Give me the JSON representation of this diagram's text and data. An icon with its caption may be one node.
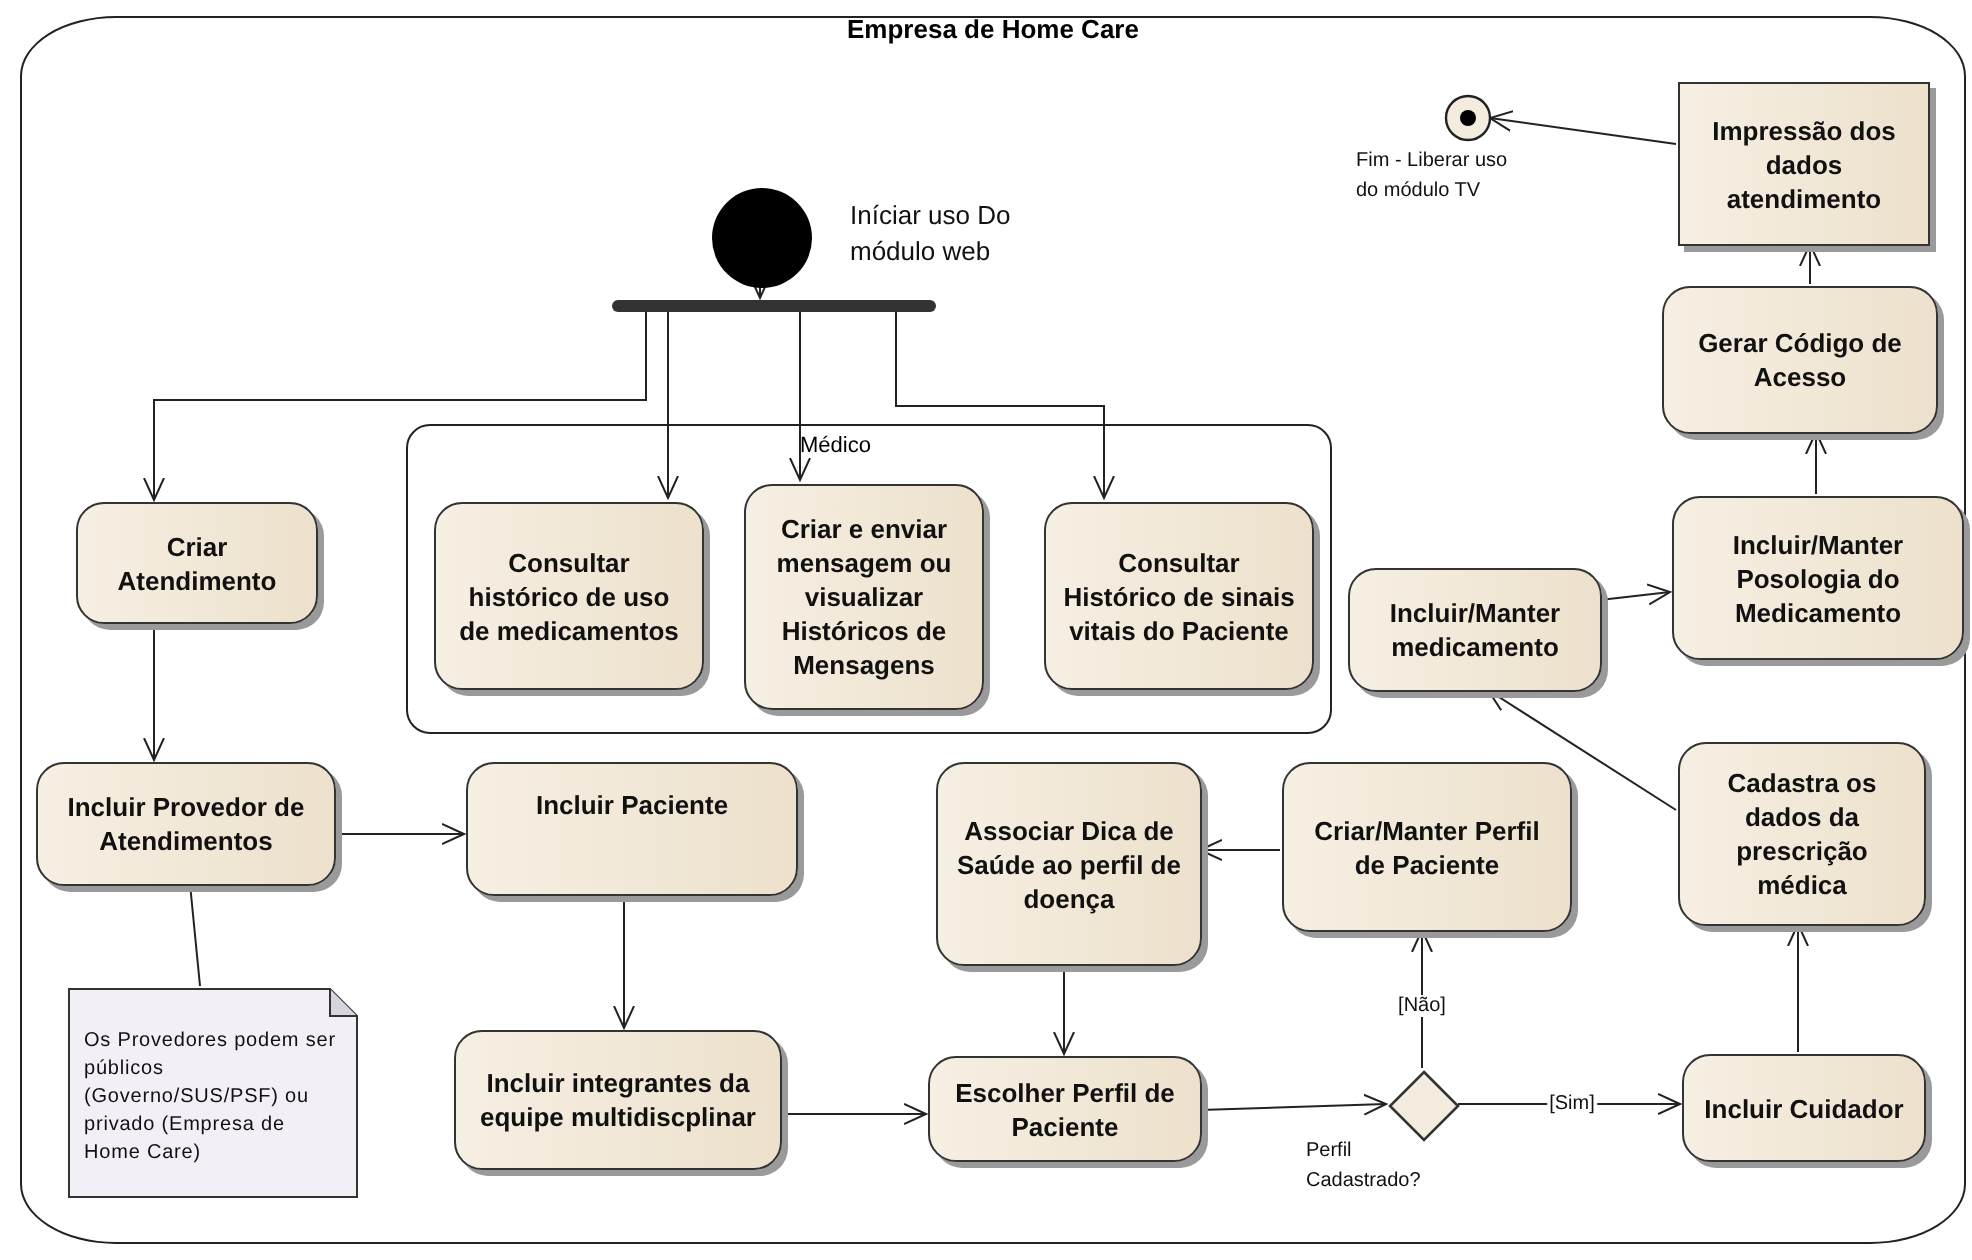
{
  "diagram": {
    "nodes": [
      {
        "text": [
          "Empresa de Home Care"
        ]
      },
      {
        "text": [],
        "shape": "circle",
        "beside": [
          "Iníciar uso Do módulo web"
        ],
        "in": 0
      },
      {
        "text": [],
        "shape": "bar",
        "in": 0
      },
      {
        "text": [
          "Criar Atendimento"
        ],
        "in": 0
      },
      {
        "text": [
          "Médico"
        ],
        "in": 0
      },
      {
        "text": [
          "Consultar histórico de uso de medicamentos"
        ],
        "in": 4
      },
      {
        "text": [
          "Criar e enviar mensagem ou visualizar Históricos de Mensagens"
        ],
        "in": 4
      },
      {
        "text": [
          "Consultar Histórico de sinais vitais do Paciente"
        ],
        "in": 4
      },
      {
        "text": [
          "Incluir Provedor de Atendimentos"
        ],
        "in": 0
      },
      {
        "text": [
          "Incluir Paciente"
        ],
        "in": 0
      },
      {
        "text": [
          "Os Provedores podem ser públicos (Governo/SUS/PSF) ou privado (Empresa de Home Care)"
        ],
        "in": 0
      },
      {
        "text": [
          "Incluir integrantes da equipe multidiscplinar"
        ],
        "in": 0
      },
      {
        "text": [
          "Associar Dica de Saúde ao perfil de doença"
        ],
        "in": 0
      },
      {
        "text": [
          "Escolher Perfil de Paciente"
        ],
        "in": 0
      },
      {
        "text": [
          "Criar/Manter Perfil de Paciente"
        ],
        "in": 0
      },
      {
        "text": [],
        "shape": "diamond",
        "beside": [
          "Perfil Cadastrado?"
        ],
        "in": 0
      },
      {
        "text": [
          "Incluir Cuidador"
        ],
        "in": 0
      },
      {
        "text": [
          "Cadastra os dados da prescrição médica"
        ],
        "in": 0
      },
      {
        "text": [
          "Incluir/Manter medicamento"
        ],
        "in": 0
      },
      {
        "text": [
          "Incluir/Manter Posologia do Medicamento"
        ],
        "in": 0
      },
      {
        "text": [
          "Gerar Código de Acesso"
        ],
        "in": 0
      },
      {
        "text": [
          "Impressão dos dados atendimento"
        ],
        "in": 0
      },
      {
        "text": [],
        "shape": "circle",
        "beside": [
          "Fim - Liberar uso do módulo TV"
        ],
        "in": 0
      }
    ],
    "edges": [
      {
        "from": 1,
        "to": 2,
        "arrow": "to"
      },
      {
        "from": 2,
        "to": 3,
        "arrow": "to"
      },
      {
        "from": 2,
        "to": 5,
        "arrow": "to"
      },
      {
        "from": 2,
        "to": 6,
        "arrow": "to"
      },
      {
        "from": 2,
        "to": 7,
        "arrow": "to"
      },
      {
        "from": 3,
        "to": 8,
        "arrow": "to"
      },
      {
        "from": 8,
        "to": 9,
        "arrow": "to"
      },
      {
        "from": 8,
        "to": 10,
        "arrow": "none"
      },
      {
        "from": 9,
        "to": 11,
        "arrow": "to"
      },
      {
        "from": 11,
        "to": 13,
        "arrow": "to"
      },
      {
        "from": 12,
        "to": 13,
        "arrow": "to"
      },
      {
        "from": 14,
        "to": 12,
        "arrow": "to"
      },
      {
        "from": 13,
        "to": 15,
        "arrow": "to"
      },
      {
        "from": 15,
        "to": 14,
        "arrow": "to",
        "label": "[Não]"
      },
      {
        "from": 15,
        "to": 16,
        "arrow": "to",
        "label": "[Sim]"
      },
      {
        "from": 16,
        "to": 17,
        "arrow": "to"
      },
      {
        "from": 17,
        "to": 18,
        "arrow": "to"
      },
      {
        "from": 18,
        "to": 19,
        "arrow": "to"
      },
      {
        "from": 19,
        "to": 20,
        "arrow": "to"
      },
      {
        "from": 20,
        "to": 21,
        "arrow": "to"
      },
      {
        "from": 21,
        "to": 22,
        "arrow": "to"
      }
    ]
  }
}
